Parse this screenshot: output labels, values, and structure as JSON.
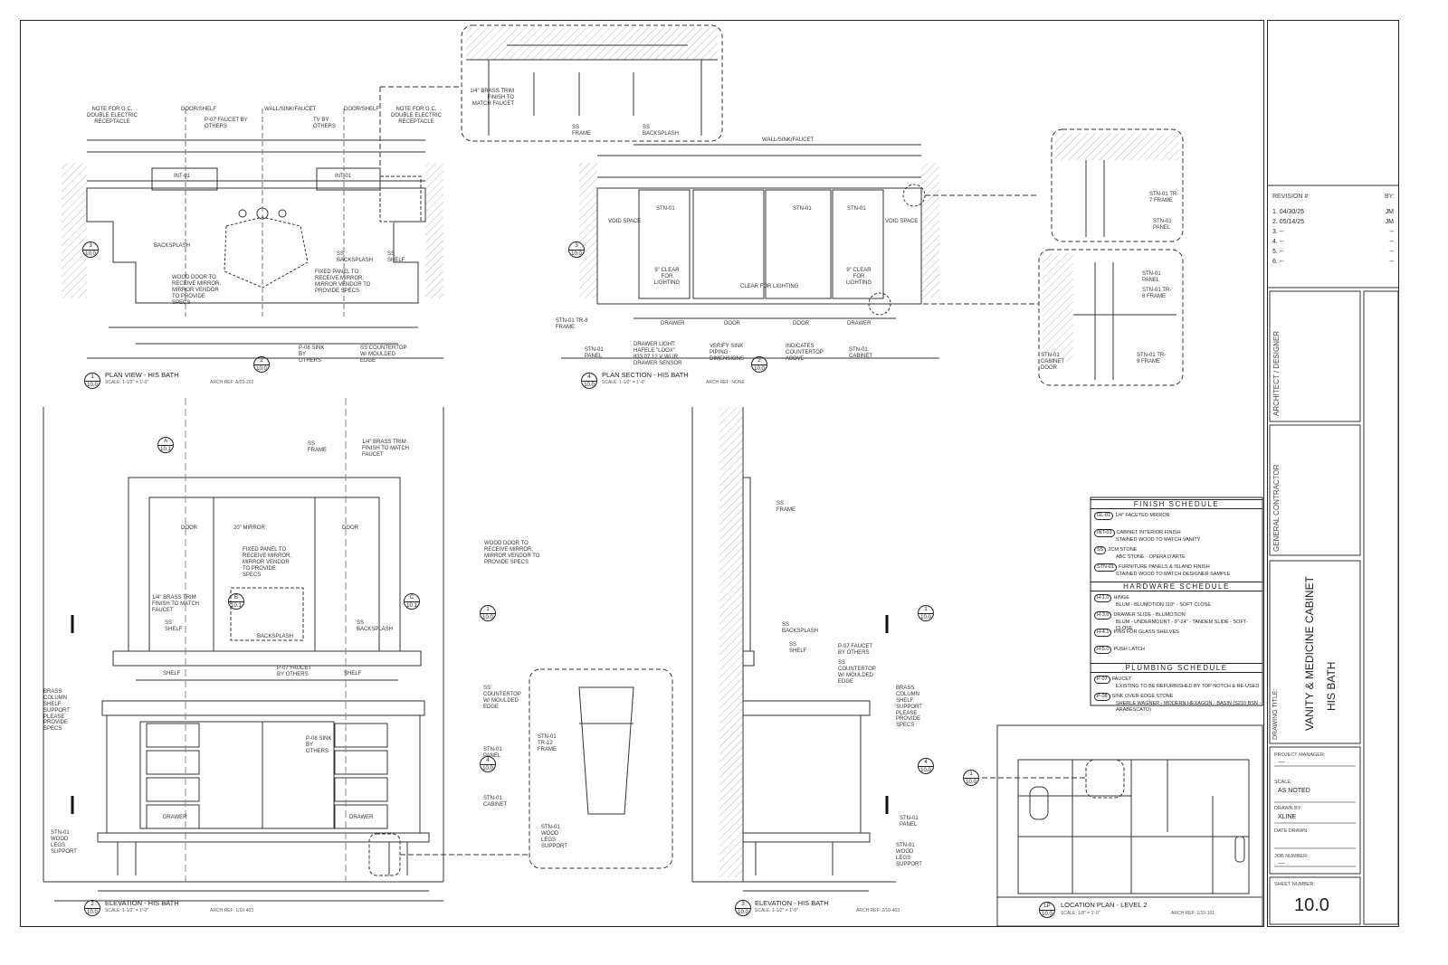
{
  "views": {
    "plan_view": {
      "num": "1",
      "sheet": "10.0",
      "title": "PLAN VIEW - HIS BATH",
      "scale": "SCALE: 1-1/2\" = 1'-0\"",
      "ref": "ARCH REF: A/20-202"
    },
    "plan_section": {
      "num": "4",
      "sheet": "10.0",
      "title": "PLAN SECTION - HIS BATH",
      "scale": "SCALE: 1-1/2\" = 1'-0\"",
      "ref": "ARCH REF: NONE"
    },
    "elevation_2": {
      "num": "2",
      "sheet": "10.0",
      "title": "ELEVATION - HIS BATH",
      "scale": "SCALE: 1-1/2\" = 1'-0\"",
      "ref": "ARCH REF: 1/10-403"
    },
    "elevation_3": {
      "num": "3",
      "sheet": "10.0",
      "title": "ELEVATION - HIS BATH",
      "scale": "SCALE: 1-1/2\" = 1'-0\"",
      "ref": "ARCH REF: 2/10-403"
    },
    "location_plan": {
      "num": "LP",
      "sheet": "10.0",
      "title": "LOCATION PLAN - LEVEL 2",
      "scale": "SCALE: 1/8\" = 1'-0\"",
      "ref": "ARCH REF: 1/10-101"
    }
  },
  "annotations": {
    "note_gc_left": "NOTE FOR G.C. DOUBLE ELECTRIC RECEPTACLE",
    "note_gc_right": "NOTE FOR G.C. DOUBLE ELECTRIC RECEPTACLE",
    "door_shelf_left": "DOOR/SHELF",
    "door_shelf_right": "DOOR/SHELF",
    "wall_sink_faucet": "WALL/SINK/FAUCET",
    "wall_sink_faucet_2": "WALL/SINK/FAUCET",
    "faucet_by_others": "P-07 FAUCET BY OTHERS",
    "tv_by_others": "TV BY OTHERS",
    "int01_left": "INT-01",
    "int01_right": "INT-01",
    "wood_door": "WOOD DOOR TO RECEIVE MIRROR, MIRROR VENDOR TO PROVIDE SPECS",
    "fixed_panel": "FIXED PANEL TO RECEIVE MIRROR, MIRROR VENDOR TO PROVIDE SPECS",
    "ss_backsplash": "SS BACKSPLASH",
    "ss_shelf": "SS SHELF",
    "backsplash": "BACKSPLASH",
    "sink_by_others": "P-08 SINK BY OTHERS",
    "countertop": "SS COUNTERTOP W/ MOULDED EDGE",
    "brass_trim": "1/4\" BRASS TRIM FINISH TO MATCH FAUCET",
    "ss_frame": "SS FRAME",
    "ss_backsplash_2": "SS BACKSPLASH",
    "void_space_left": "VOID SPACE",
    "void_space_right": "VOID SPACE",
    "stn01": "STN-01",
    "stn01_b": "STN-01",
    "stn01_c": "STN-01",
    "stn01_d": "STN-01",
    "clear_lighting_left": "9\" CLEAR FOR LIGHTING",
    "clear_lighting_right": "9\" CLEAR FOR LIGHTING",
    "clear_lighting_mid": "CLEAR FOR LIGHTING",
    "drawer": "DRAWER",
    "drawer_b": "DRAWER",
    "door": "DOOR",
    "door_b": "DOOR",
    "stn01_tr8": "STN-01 TR-8 FRAME",
    "stn01_panel": "STN-01 PANEL",
    "drawer_light": "DRAWER LIGHT: HAFELE \"LOOX\" 833.07.12 V W/ IR DRAWER SENSOR",
    "verify_sink": "VERIFY SINK PIPING DIMENSIONS",
    "indicates_ct": "INDICATES COUNTERTOP ABOVE",
    "stn01_cabinet": "STN-01 CABINET",
    "stn01_tr7": "STN-01 TR-7 FRAME",
    "stn01_panel_b": "STN-01 PANEL",
    "stn01_panel_c": "STN-01 PANEL",
    "stn01_tr8_b": "STN-01 TR-8 FRAME",
    "stn01_cab_door": "STN-01 CABINET DOOR",
    "stn01_tr9": "STN-01 TR-9 FRAME",
    "elev_ss_frame": "SS FRAME",
    "elev_brass": "1/4\" BRASS TRIM FINISH TO MATCH FAUCET",
    "elev_wood_door": "WOOD DOOR TO RECEIVE MIRROR, MIRROR VENDOR TO PROVIDE SPECS",
    "elev_fixed": "FIXED PANEL TO RECEIVE MIRROR, MIRROR VENDOR TO PROVIDE SPECS",
    "elev_brass_2": "1/4\" BRASS TRIM FINISH TO MATCH FAUCET",
    "elev_ss_shelf": "SS SHELF",
    "elev_backsplash": "BACKSPLASH",
    "elev_ss_backsplash": "SS BACKSPLASH",
    "elev_faucet": "P-07 FAUCET BY OTHERS",
    "elev_brass_column": "BRASS COLUMN SHELF SUPPORT PLEASE PROVIDE SPECS",
    "elev_countertop": "SS COUNTERTOP W/ MOULDED EDGE",
    "elev_sink": "P-08 SINK BY OTHERS",
    "elev_stn_panel": "STN-01 PANEL",
    "elev_stn_cabinet": "STN-01 CABINET",
    "elev_wood_legs": "STN-01 WOOD LEGS SUPPORT",
    "elev_mirror": "20\" MIRROR",
    "elev_door_l": "DOOR",
    "elev_door_r": "DOOR",
    "detail_tr12": "STN-01 TR-12 FRAME",
    "detail_legs": "STN-01 WOOD LEGS SUPPORT",
    "e3_ss_frame": "SS FRAME",
    "e3_ss_backsplash": "SS BACKSPLASH",
    "e3_ss_shelf": "SS SHELF",
    "e3_faucet": "P-07 FAUCET BY OTHERS",
    "e3_countertop": "SS COUNTERTOP W/ MOULDED EDGE",
    "e3_brass": "BRASS COLUMN SHELF SUPPORT PLEASE PROVIDE SPECS",
    "e3_panel": "STN-01 PANEL",
    "e3_legs": "STN-01 WOOD LEGS SUPPORT",
    "shelf": "SHELF",
    "shelf_b": "SHELF",
    "cabinet": "CABINET",
    "cabinet_b": "CABINET",
    "cabinet_c": "CABINET"
  },
  "finish_schedule": {
    "title": "FINISH SCHEDULE",
    "items": [
      {
        "code": "GL-01",
        "desc": "1/4\" FACETED MIRROR",
        "desc2": ""
      },
      {
        "code": "INT-03",
        "desc": "CABINET INTERIOR FINISH",
        "desc2": "STAINED WOOD TO MATCH VANITY"
      },
      {
        "code": "SS",
        "desc": "2CM STONE",
        "desc2": "ABC STONE - OPERA D'ARTE"
      },
      {
        "code": "STN-01",
        "desc": "FURNITURE PANELS & ISLAND FINISH",
        "desc2": "STAINED WOOD TO MATCH DESIGNER SAMPLE"
      }
    ]
  },
  "hardware_schedule": {
    "title": "HARDWARE SCHEDULE",
    "items": [
      {
        "code": "H-1.0",
        "desc": "HINGE",
        "desc2": "BLUM - BLUMOTION 110° - SOFT CLOSE"
      },
      {
        "code": "H-3.0",
        "desc": "DRAWER SLIDE - BLUMOTION",
        "desc2": "BLUM - UNDERMOUNT - 9\"-24\" - TANDEM SLIDE - SOFT-CLOSE"
      },
      {
        "code": "H-4.1",
        "desc": "PINS FOR GLASS SHELVES",
        "desc2": ""
      },
      {
        "code": "H-5.0",
        "desc": "PUSH LATCH",
        "desc2": ""
      }
    ]
  },
  "plumbing_schedule": {
    "title": "PLUMBING SCHEDULE",
    "items": [
      {
        "code": "P-07",
        "desc": "FAUCET",
        "desc2": "EXISTING TO BE REFURBISHED BY TOP NOTCH & RE-USED"
      },
      {
        "code": "P-08",
        "desc": "SINK OVER-EDGE STONE",
        "desc2": "SHERLE WAGNER - MODERN HEXAGON - BASIN (S210 BSN - ARABESCATO)"
      }
    ]
  },
  "title_block": {
    "revision_label": "REVISION #:",
    "by_label": "BY:",
    "revisions": [
      {
        "num": "1.",
        "date": "04/30/25",
        "by": "JM"
      },
      {
        "num": "2.",
        "date": "05/14/25",
        "by": "JM"
      },
      {
        "num": "3.",
        "date": "--",
        "by": "--"
      },
      {
        "num": "4.",
        "date": "--",
        "by": "--"
      },
      {
        "num": "5.",
        "date": "--",
        "by": "--"
      },
      {
        "num": "6.",
        "date": "--",
        "by": "--"
      }
    ],
    "architect_label": "ARCHITECT / DESIGNER",
    "gc_label": "GENERAL CONTRACTOR",
    "drawing_title_label": "DRAWING TITLE:",
    "drawing_title_1": "VANITY & MEDICINE CABINET",
    "drawing_title_2": "HIS BATH",
    "pm_label": "PROJECT MANAGER:",
    "pm_value": "----",
    "scale_label": "SCALE:",
    "scale_value": "AS NOTED",
    "drawn_label": "DRAWN BY:",
    "drawn_value": "XLINE",
    "date_label": "DATE DRAWN:",
    "date_value": "",
    "job_label": "JOB NUMBER:",
    "job_value": "----",
    "sheet_label": "SHEET NUMBER:",
    "sheet_value": "10.0"
  },
  "refs": {
    "a10_1": "A",
    "a10_1s": "10.1",
    "b10_1": "B",
    "b10_1s": "10.1",
    "c10_1": "C",
    "c10_1s": "10.1",
    "r1": "1",
    "r1s": "10.0",
    "r3": "3",
    "r3s": "10.0",
    "r4": "4",
    "r4s": "10.0",
    "r2": "2",
    "r2s": "10.0"
  }
}
